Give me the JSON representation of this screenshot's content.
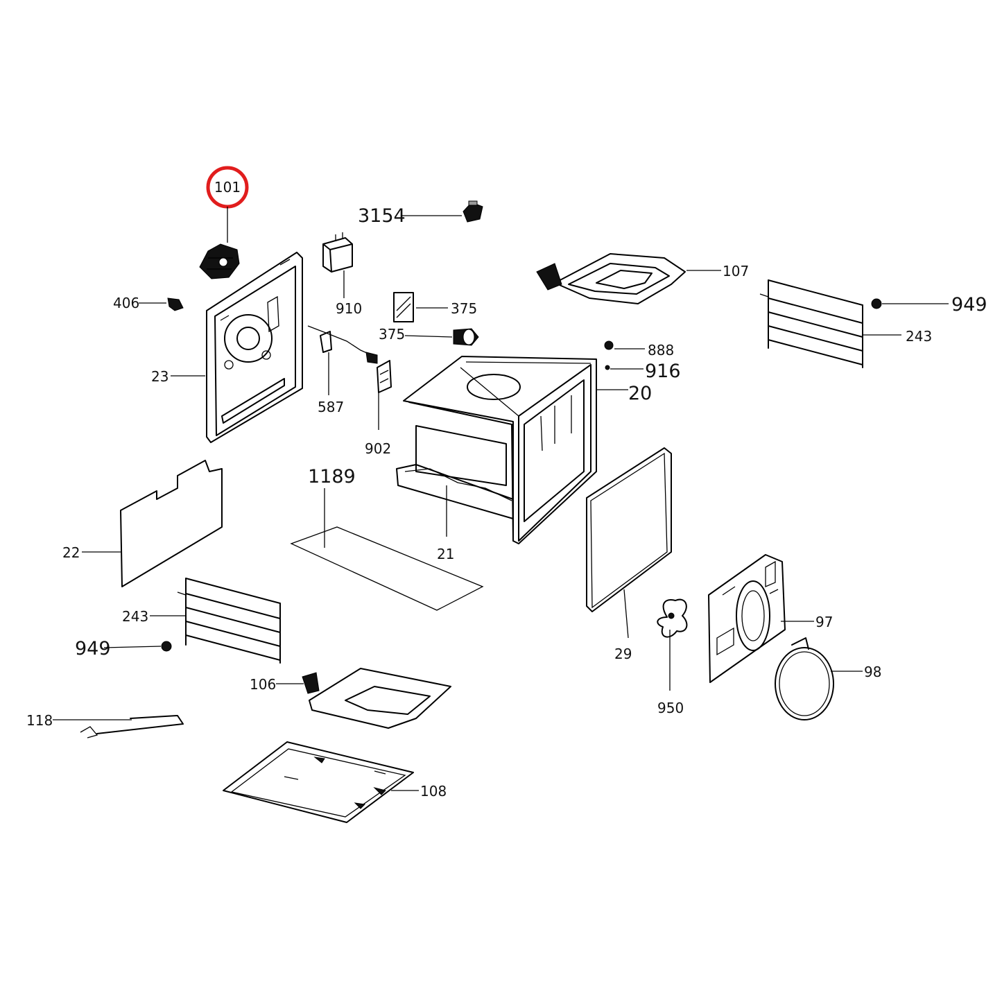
{
  "labels": {
    "p101": "101",
    "p3154": "3154",
    "p406": "406",
    "p910": "910",
    "p375a": "375",
    "p375b": "375",
    "p107": "107",
    "p949a": "949",
    "p243a": "243",
    "p23": "23",
    "p587": "587",
    "p888": "888",
    "p916": "916",
    "p20": "20",
    "p902": "902",
    "p1189": "1189",
    "p22": "22",
    "p21": "21",
    "p243b": "243",
    "p949b": "949",
    "p29": "29",
    "p97": "97",
    "p106": "106",
    "p98": "98",
    "p950": "950",
    "p118": "118",
    "p108": "108"
  },
  "highlight": {
    "label": "101",
    "color": "#e11d1d"
  }
}
